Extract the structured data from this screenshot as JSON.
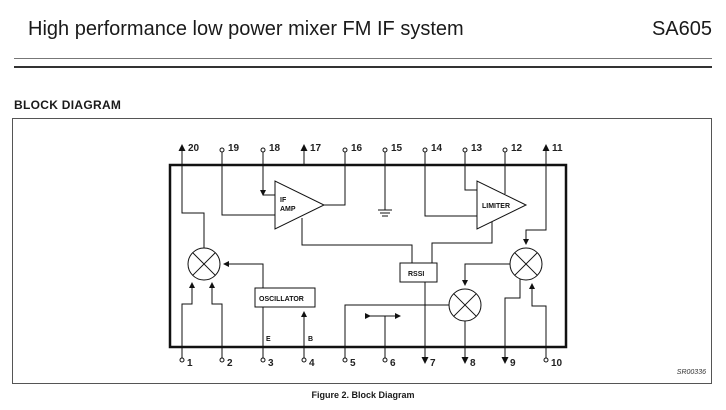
{
  "header": {
    "title": "High performance low power mixer FM IF system",
    "part_number": "SA605"
  },
  "section": {
    "title": "BLOCK  DIAGRAM"
  },
  "diagram": {
    "top_pins": [
      "20",
      "19",
      "18",
      "17",
      "16",
      "15",
      "14",
      "13",
      "12",
      "11"
    ],
    "bottom_pins": [
      "1",
      "2",
      "3",
      "4",
      "5",
      "6",
      "7",
      "8",
      "9",
      "10"
    ],
    "blocks": {
      "if_amp_line1": "IF",
      "if_amp_line2": "AMP",
      "limiter": "LIMITER",
      "oscillator": "OSCILLATOR",
      "rssi": "RSSI"
    },
    "osc_labels": {
      "emitter": "E",
      "base": "B"
    },
    "drawing_code": "SR00336"
  },
  "caption": "Figure 2.  Block Diagram"
}
